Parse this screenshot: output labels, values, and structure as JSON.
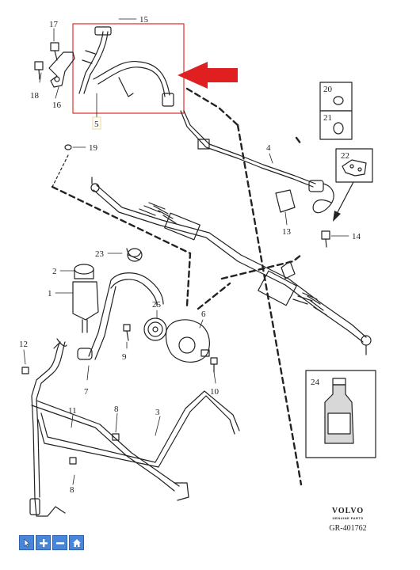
{
  "callouts": {
    "c1": "1",
    "c2": "2",
    "c3": "3",
    "c4": "4",
    "c5": "5",
    "c6": "6",
    "c7": "7",
    "c8a": "8",
    "c8b": "8",
    "c9": "9",
    "c10": "10",
    "c11": "11",
    "c12": "12",
    "c13": "13",
    "c14": "14",
    "c15": "15",
    "c16": "16",
    "c17": "17",
    "c18": "18",
    "c19": "19",
    "c20": "20",
    "c21": "21",
    "c22": "22",
    "c23": "23",
    "c24": "24",
    "c25": "25"
  },
  "brand": {
    "logo": "VOLVO",
    "subtitle": "GENUINE PARTS",
    "drawing_code": "GR-401762"
  },
  "toolbar": {
    "buttons": [
      "cursor-icon",
      "zoom-in-icon",
      "zoom-out-icon",
      "home-icon"
    ]
  },
  "colors": {
    "highlight_box": "#e03030",
    "arrow": "#e02020",
    "toolbar": "#4a86d8",
    "lines": "#222222"
  }
}
